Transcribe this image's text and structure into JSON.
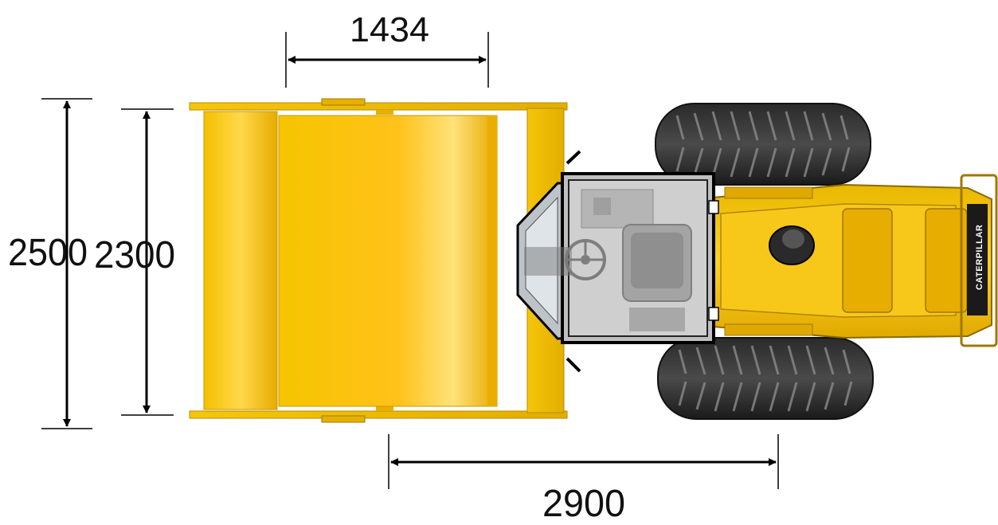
{
  "dimensions": {
    "drum_width": "1434",
    "overall_width": "2500",
    "drum_length": "2300",
    "wheelbase": "2900"
  },
  "machine": {
    "brand_text": "CATERPILLAR"
  },
  "colors": {
    "body_yellow": "#f2c200",
    "body_yellow_dark": "#d9a300",
    "drum_highlight": "#ffe27a",
    "tire_black": "#1c1c1c",
    "cab_glass": "#c9c9c9",
    "dimension_lines": "#000000"
  }
}
